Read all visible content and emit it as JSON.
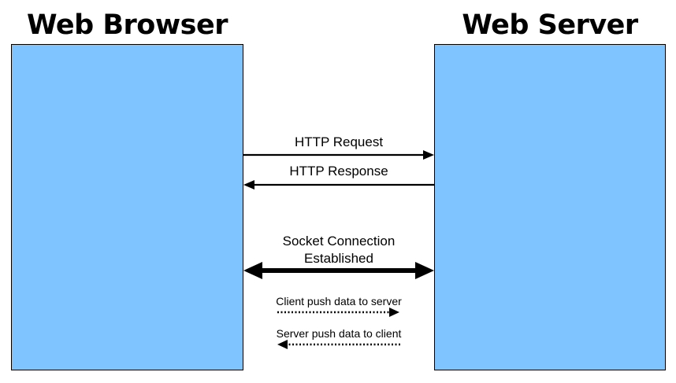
{
  "colors": {
    "box_fill": "#80c4ff",
    "stroke": "#000000",
    "background": "#ffffff"
  },
  "browser": {
    "title": "Web Browser"
  },
  "server": {
    "title": "Web Server"
  },
  "arrows": {
    "http_request": "HTTP Request",
    "http_response": "HTTP Response",
    "socket_line1": "Socket Connection",
    "socket_line2": "Established",
    "client_push": "Client push data to server",
    "server_push": "Server push data to client"
  }
}
